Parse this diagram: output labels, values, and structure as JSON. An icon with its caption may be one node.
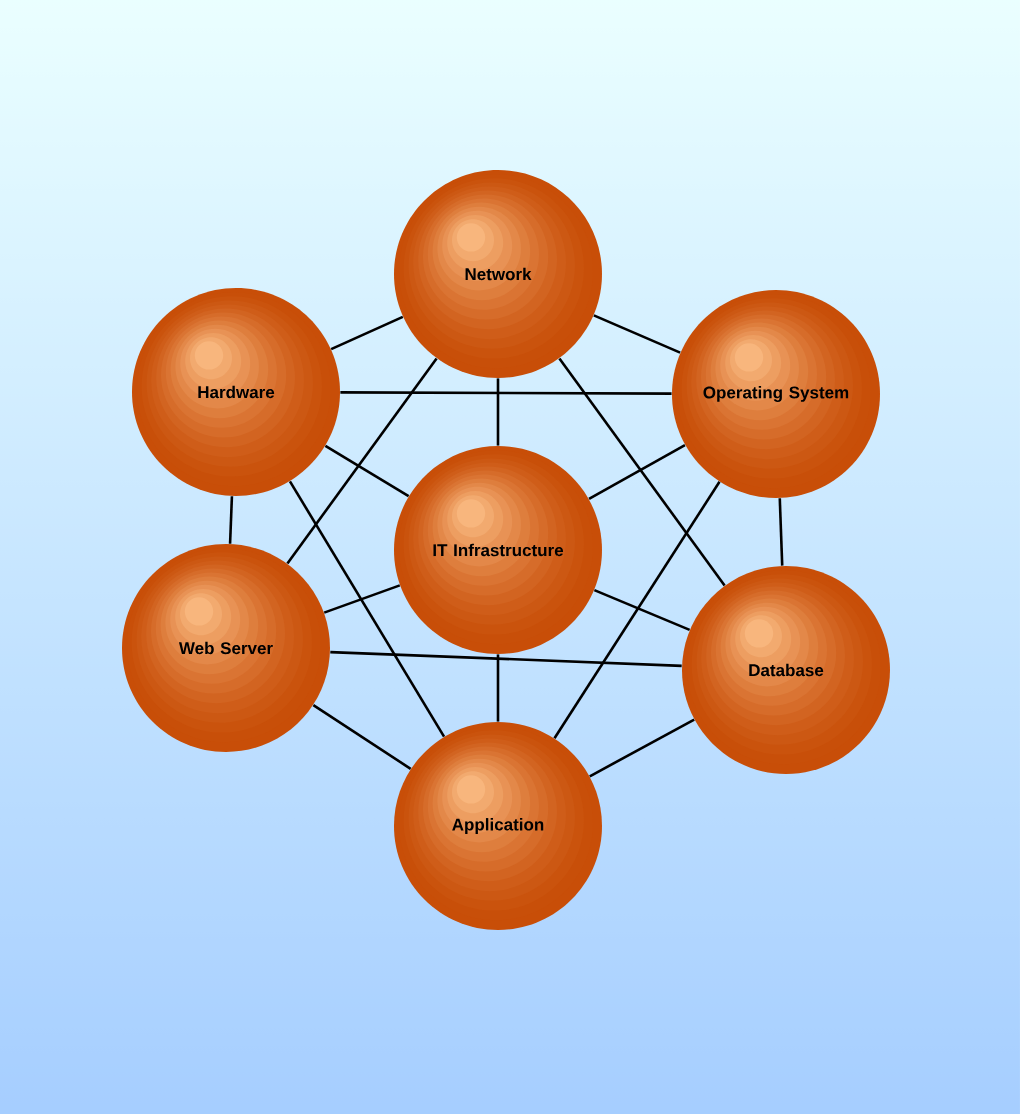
{
  "diagram": {
    "nodes": [
      {
        "text": [
          "Network"
        ]
      },
      {
        "text": [
          "Hardware"
        ]
      },
      {
        "text": [
          "Operating System"
        ]
      },
      {
        "text": [
          "IT Infrastructure"
        ]
      },
      {
        "text": [
          "Web Server"
        ]
      },
      {
        "text": [
          "Database"
        ]
      },
      {
        "text": [
          "Application"
        ]
      }
    ],
    "edges": [
      {
        "from": 3,
        "to": 0,
        "arrow": "none"
      },
      {
        "from": 3,
        "to": 1,
        "arrow": "none"
      },
      {
        "from": 3,
        "to": 2,
        "arrow": "none"
      },
      {
        "from": 3,
        "to": 4,
        "arrow": "none"
      },
      {
        "from": 3,
        "to": 5,
        "arrow": "none"
      },
      {
        "from": 3,
        "to": 6,
        "arrow": "none"
      },
      {
        "from": 0,
        "to": 2,
        "arrow": "none"
      },
      {
        "from": 2,
        "to": 5,
        "arrow": "none"
      },
      {
        "from": 5,
        "to": 6,
        "arrow": "none"
      },
      {
        "from": 6,
        "to": 4,
        "arrow": "none"
      },
      {
        "from": 4,
        "to": 1,
        "arrow": "none"
      },
      {
        "from": 1,
        "to": 0,
        "arrow": "none"
      },
      {
        "from": 1,
        "to": 2,
        "arrow": "none"
      },
      {
        "from": 4,
        "to": 5,
        "arrow": "none"
      },
      {
        "from": 0,
        "to": 4,
        "arrow": "none"
      },
      {
        "from": 0,
        "to": 5,
        "arrow": "none"
      },
      {
        "from": 1,
        "to": 6,
        "arrow": "none"
      },
      {
        "from": 2,
        "to": 6,
        "arrow": "none"
      }
    ]
  }
}
